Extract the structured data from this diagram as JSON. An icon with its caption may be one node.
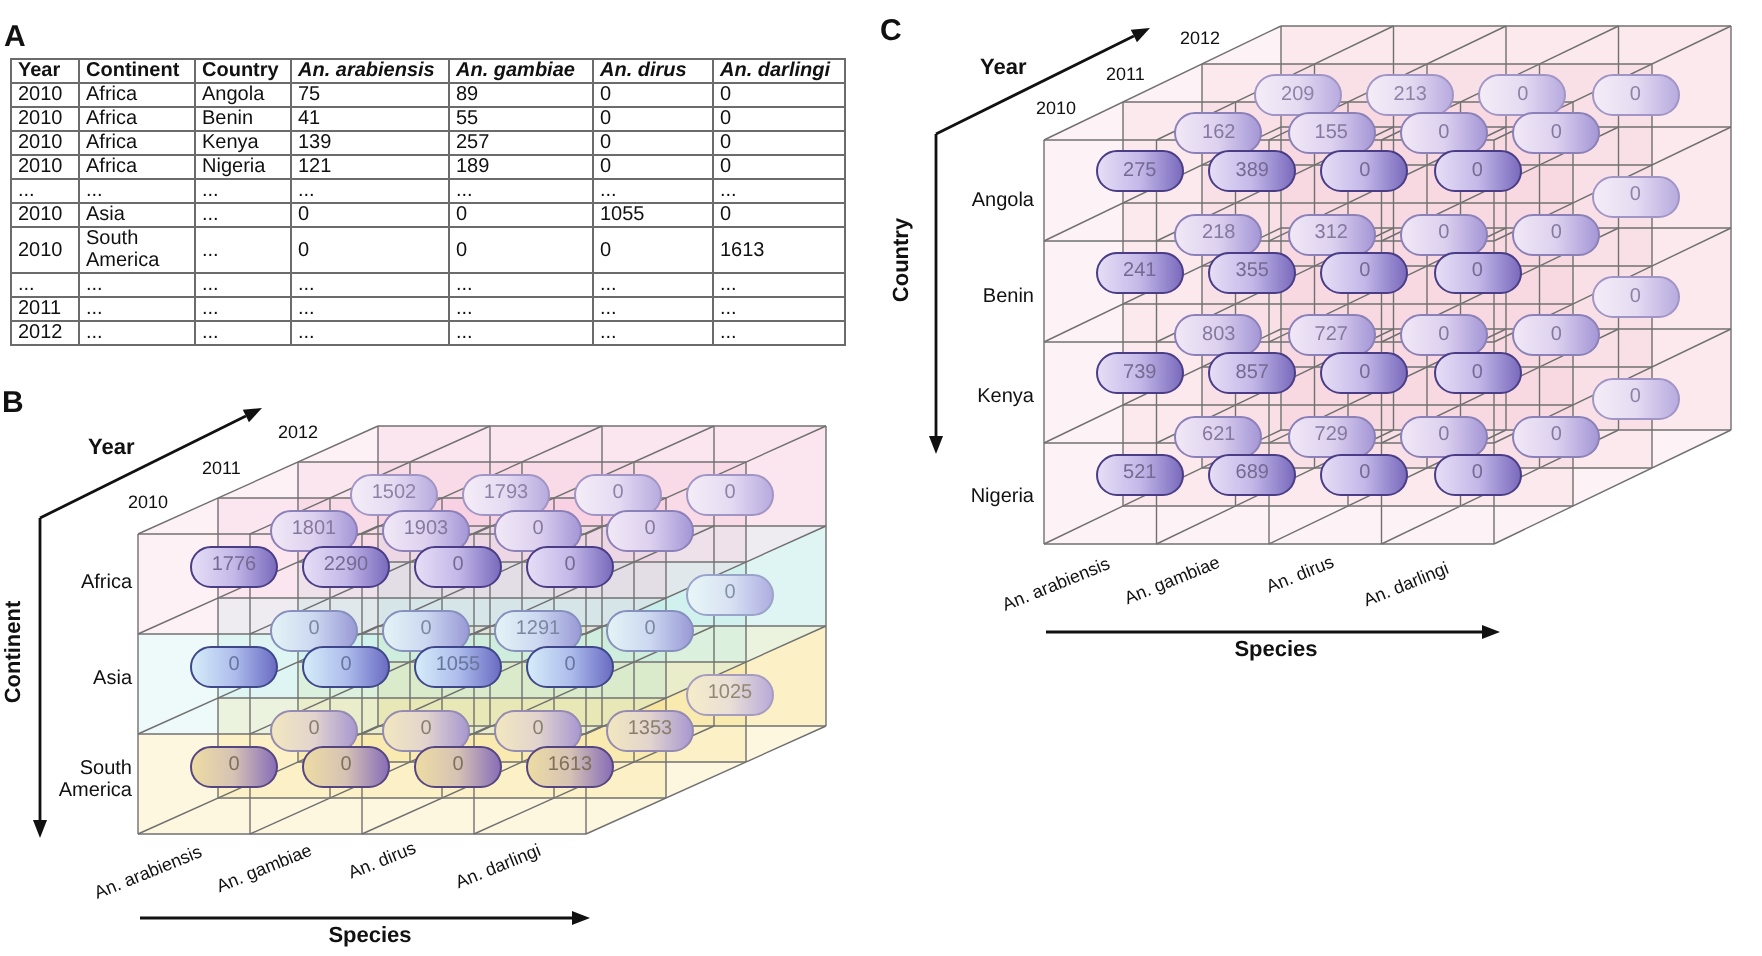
{
  "diagram": {
    "nodes": [
      {
        "text": [
          "1776"
        ]
      },
      {
        "text": [
          "2290"
        ]
      },
      {
        "text": [
          "0"
        ]
      },
      {
        "text": [
          "0"
        ]
      },
      {
        "text": [
          "0"
        ]
      },
      {
        "text": [
          "0"
        ]
      },
      {
        "text": [
          "1055"
        ]
      },
      {
        "text": [
          "0"
        ]
      },
      {
        "text": [
          "0"
        ]
      },
      {
        "text": [
          "0"
        ]
      },
      {
        "text": [
          "0"
        ]
      },
      {
        "text": [
          "1613"
        ]
      },
      {
        "text": [
          "1801"
        ]
      },
      {
        "text": [
          "1903"
        ]
      },
      {
        "text": [
          "0"
        ]
      },
      {
        "text": [
          "0"
        ]
      },
      {
        "text": [
          "0"
        ]
      },
      {
        "text": [
          "0"
        ]
      },
      {
        "text": [
          "1291"
        ]
      },
      {
        "text": [
          "0"
        ]
      },
      {
        "text": [
          "0"
        ]
      },
      {
        "text": [
          "0"
        ]
      },
      {
        "text": [
          "0"
        ]
      },
      {
        "text": [
          "1353"
        ]
      },
      {
        "text": [
          "1502"
        ]
      },
      {
        "text": [
          "1793"
        ]
      },
      {
        "text": [
          "0"
        ]
      },
      {
        "text": [
          "0"
        ]
      },
      {
        "text": [
          "0"
        ]
      },
      {
        "text": [
          "1025"
        ]
      },
      {
        "text": [
          "275"
        ]
      },
      {
        "text": [
          "389"
        ]
      },
      {
        "text": [
          "0"
        ]
      },
      {
        "text": [
          "0"
        ]
      },
      {
        "text": [
          "241"
        ]
      },
      {
        "text": [
          "355"
        ]
      },
      {
        "text": [
          "0"
        ]
      },
      {
        "text": [
          "0"
        ]
      },
      {
        "text": [
          "739"
        ]
      },
      {
        "text": [
          "857"
        ]
      },
      {
        "text": [
          "0"
        ]
      },
      {
        "text": [
          "0"
        ]
      },
      {
        "text": [
          "521"
        ]
      },
      {
        "text": [
          "689"
        ]
      },
      {
        "text": [
          "0"
        ]
      },
      {
        "text": [
          "0"
        ]
      },
      {
        "text": [
          "162"
        ]
      },
      {
        "text": [
          "155"
        ]
      },
      {
        "text": [
          "0"
        ]
      },
      {
        "text": [
          "0"
        ]
      },
      {
        "text": [
          "218"
        ]
      },
      {
        "text": [
          "312"
        ]
      },
      {
        "text": [
          "0"
        ]
      },
      {
        "text": [
          "0"
        ]
      },
      {
        "text": [
          "803"
        ]
      },
      {
        "text": [
          "727"
        ]
      },
      {
        "text": [
          "0"
        ]
      },
      {
        "text": [
          "0"
        ]
      },
      {
        "text": [
          "621"
        ]
      },
      {
        "text": [
          "729"
        ]
      },
      {
        "text": [
          "0"
        ]
      },
      {
        "text": [
          "0"
        ]
      },
      {
        "text": [
          "209"
        ]
      },
      {
        "text": [
          "213"
        ]
      },
      {
        "text": [
          "0"
        ]
      },
      {
        "text": [
          "0"
        ]
      },
      {
        "text": [
          "0"
        ]
      },
      {
        "text": [
          "0"
        ]
      },
      {
        "text": [
          "0"
        ]
      }
    ],
    "labels": [
      "A",
      "Year",
      "Continent",
      "Country",
      "An. arabiensis",
      "An. gambiae",
      "An. dirus",
      "An. darlingi",
      "2010",
      "Africa",
      "Angola",
      "75",
      "89",
      "0",
      "0",
      "2010",
      "Africa",
      "Benin",
      "41",
      "55",
      "0",
      "0",
      "2010",
      "Africa",
      "Kenya",
      "139",
      "257",
      "0",
      "0",
      "2010",
      "Africa",
      "Nigeria",
      "121",
      "189",
      "0",
      "0",
      "...",
      "...",
      "...",
      "...",
      "...",
      "...",
      "...",
      "2010",
      "Asia",
      "...",
      "0",
      "0",
      "1055",
      "0",
      "2010",
      "South America",
      "...",
      "0",
      "0",
      "0",
      "1613",
      "...",
      "...",
      "...",
      "...",
      "...",
      "...",
      "...",
      "2011",
      "...",
      "...",
      "...",
      "...",
      "...",
      "...",
      "2012",
      "...",
      "...",
      "...",
      "...",
      "...",
      "...",
      "B",
      "Year",
      "2012",
      "2011",
      "2010",
      "Continent",
      "Africa",
      "Asia",
      "South America",
      "An. arabiensis",
      "An. gambiae",
      "An. dirus",
      "An. darlingi",
      "Species",
      "C",
      "Year",
      "2012",
      "2011",
      "2010",
      "Country",
      "Angola",
      "Benin",
      "Kenya",
      "Nigeria",
      "An. arabiensis",
      "An. gambiae",
      "An. dirus",
      "An. darlingi",
      "Species"
    ]
  }
}
